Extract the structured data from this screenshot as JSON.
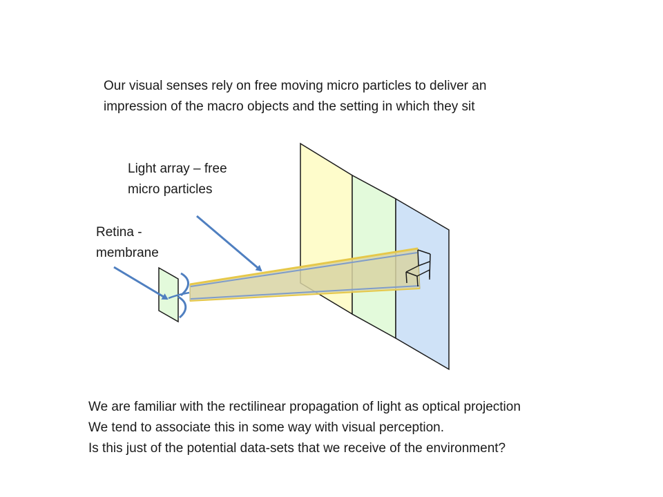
{
  "intro": {
    "lines": [
      "Our visual senses rely on free moving micro particles to deliver an",
      "impression of the macro objects and the setting in which they sit"
    ]
  },
  "labels": {
    "light_array": [
      "Light array – free",
      "micro particles"
    ],
    "retina": [
      "Retina -",
      "membrane"
    ]
  },
  "closing": {
    "lines": [
      "We are familiar with the rectilinear propagation of light as optical projection",
      "We tend to associate this in some way with visual perception.",
      "Is this just of the potential data-sets that we receive of the environment?"
    ]
  },
  "colors": {
    "plane_yellow": "#fefccb",
    "plane_green": "#e3fadb",
    "plane_blue": "#cfe2f7",
    "beam_fill": "#d8d3a3",
    "beam_edge_top": "#e6c84a",
    "beam_edge_bottom": "#7f9cc9",
    "arrow_blue": "#4f7fc0",
    "retina_fill": "#e3fadb",
    "outline": "#1a1a1a"
  }
}
